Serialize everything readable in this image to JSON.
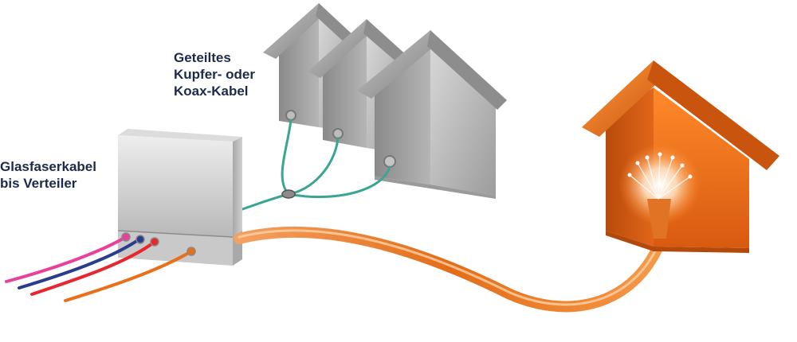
{
  "labels": {
    "copper_coax": [
      "Geteiltes",
      "Kupfer- oder",
      "Koax-Kabel"
    ],
    "fiber_to_distributor": [
      "Glasfaserkabel",
      "bis Verteiler"
    ]
  },
  "colors": {
    "fiber_orange": "#e8701a",
    "house_orange": "#ef6d1c",
    "house_gray": "#9a9a9a",
    "coax_teal": "#3aa593",
    "text_navy": "#1c2a4a",
    "cable_pink": "#e8419a",
    "cable_blue": "#2c3c8c",
    "cable_red": "#e8262e"
  }
}
